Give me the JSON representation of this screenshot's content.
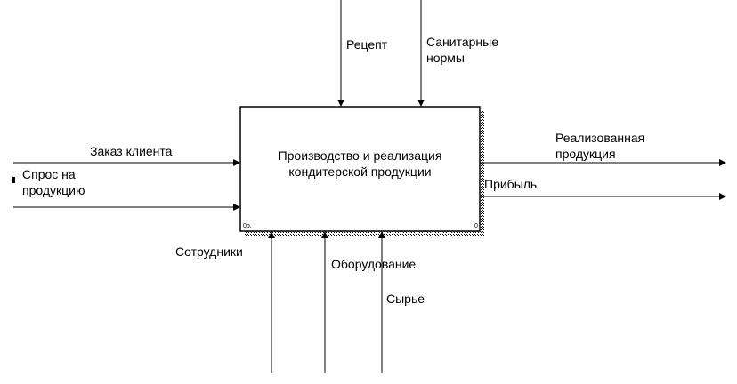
{
  "diagram": {
    "box": {
      "title": "Производство и реализация\nкондитерской продукции",
      "node_ref": "0р.",
      "number": "0"
    },
    "controls": {
      "recipe": "Рецепт",
      "sanitary": "Санитарные\nнормы"
    },
    "inputs": {
      "order": "Заказ клиента",
      "demand": "Спрос на\nпродукцию"
    },
    "outputs": {
      "products": "Реализованная\nпродукция",
      "profit": "Прибыль"
    },
    "mechanisms": {
      "staff": "Сотрудники",
      "equipment": "Оборудование",
      "raw": "Сырье"
    }
  }
}
